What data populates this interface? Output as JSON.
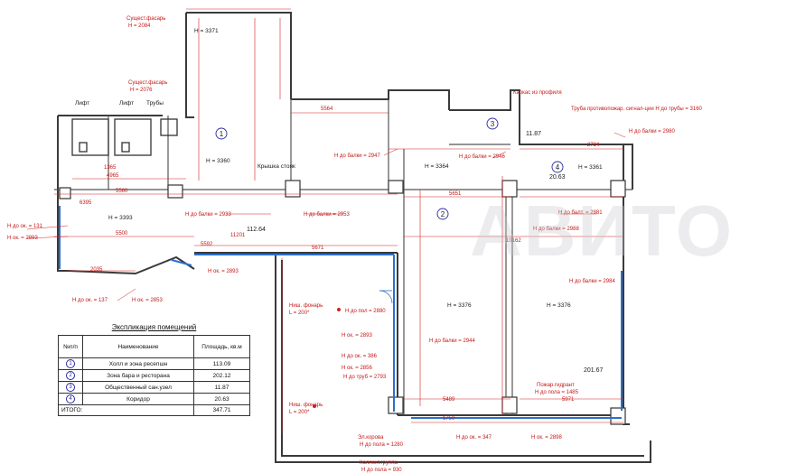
{
  "legend": {
    "title": "Экспликация помещений",
    "headers": {
      "num": "№п/п",
      "name": "Наименование",
      "area": "Площадь, кв.м"
    },
    "rows": [
      {
        "num": "1",
        "name": "Холл и зона ресепшн",
        "area": "113.09"
      },
      {
        "num": "2",
        "name": "Зона бара и ресторана",
        "area": "202.12"
      },
      {
        "num": "3",
        "name": "Общественный сан.узел",
        "area": "11.87"
      },
      {
        "num": "4",
        "name": "Коридор",
        "area": "20.63"
      }
    ],
    "total_label": "ИТОГО:",
    "total_value": "347.71"
  },
  "rooms": {
    "r1": {
      "num": "1",
      "height": "H = 3360",
      "area": "112.64"
    },
    "r2": {
      "num": "2",
      "height_top": "H = 3364",
      "height_center": "H = 3376",
      "height_right": "H = 3376",
      "area": "201.67"
    },
    "r3": {
      "num": "3",
      "area": "11.87"
    },
    "r4": {
      "num": "4",
      "height": "H = 3361",
      "area": "20.63"
    },
    "hall_left": {
      "height": "H = 3393"
    },
    "top_corridor": {
      "height": "H = 3371"
    }
  },
  "labels": {
    "lift1": "Лифт",
    "lift2": "Лифт",
    "pipes": "Трубы",
    "shaft1": "Сущест.фасарь",
    "shaft1_h": "H = 2084",
    "shaft2": "Сущест.фасарь",
    "shaft2_h": "H = 2076",
    "riser": "Крышка стояк",
    "frame": "Каркас из профиля",
    "fire_pipe": "Труба противопожар. сигнал-ции H до трубы = 3160",
    "beam_2980": "H до балки = 2980",
    "beam_2947": "H до балки = 2947",
    "beam_2946": "H до балки = 2946",
    "beam_2933": "H до балки = 2933",
    "beam_2953": "H до балки = 2953",
    "beam_2881": "H до балт. = 2881",
    "beam_2988": "H до балки = 2988",
    "beam_2984": "H до балки = 2984",
    "beam_2944": "H до балки = 2944",
    "win_131": "H до ок. = 131",
    "win_2893": "H ок. = 2893",
    "win_2893b": "H ок. = 2893",
    "win_137": "H до ок. = 137",
    "win_2853": "H ок. = 2853",
    "lamp1": "Ниш. фонарь",
    "lamp1_v": "L = 200*",
    "lamp2": "Ниш. фонарь",
    "lamp2_v": "L = 200*",
    "floor_2880": "H до пол = 2880",
    "win_2893c": "H ок. = 2893",
    "win_386": "H до ок. = 386",
    "win_2856": "H ок. = 2856",
    "pipe_2793": "H до труб = 2793",
    "box": "Эл.корова",
    "box_h": "H до пола = 1280",
    "collector": "Коллект.группа",
    "collector_h": "H до пола = 930",
    "win_347": "H до ок. = 347",
    "win_2898": "H ок. = 2898",
    "hydrant": "Пожар.гидрант",
    "hydrant_h": "H до пола = 1485",
    "d_5500": "5500",
    "d_5560": "5560",
    "d_11201": "11201",
    "d_5651": "5651",
    "d_10162": "10162",
    "d_5671": "5671",
    "d_5592": "5592",
    "d_2035": "2035",
    "d_5489": "5489",
    "d_1750": "1750",
    "d_1365": "1365",
    "d_4965": "4965",
    "d_5971": "5971",
    "d_2724": "2724",
    "d_6395": "6395",
    "d_5564": "5564"
  },
  "watermark": "АВИТО"
}
